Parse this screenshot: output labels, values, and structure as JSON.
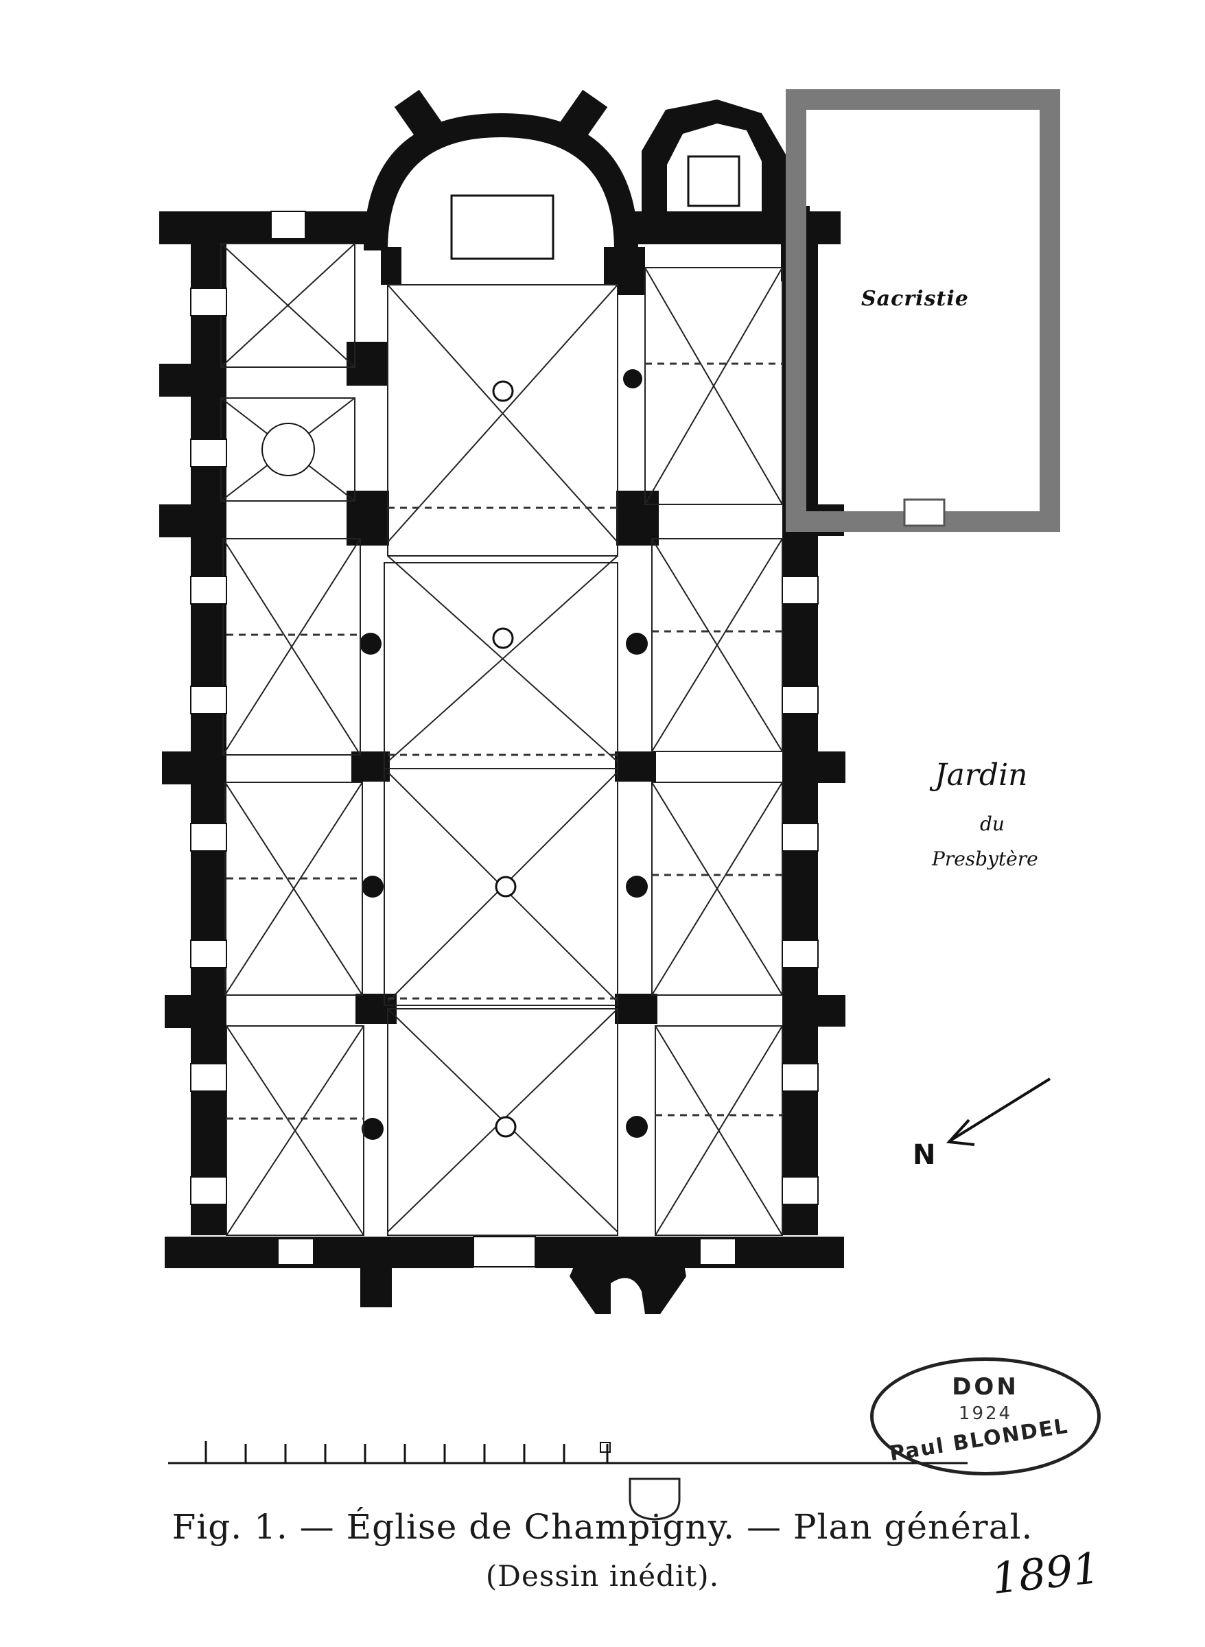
{
  "plan": {
    "sacristy_label": "Sacristie",
    "garden_label_line1": "Jardin",
    "garden_label_line2": "du",
    "garden_label_line3": "Presbytère",
    "north_label": "N",
    "north_arrow_icon": "north-arrow-icon",
    "scale_bar_icon": "scale-bar-icon"
  },
  "stamp": {
    "line1": "DON",
    "line2": "1924",
    "line3": "Paul BLONDEL"
  },
  "caption": {
    "line1": "Fig. 1. — Église de Champigny. — Plan général.",
    "line2": "(Dessin inédit)."
  },
  "annotation": {
    "year": "1891"
  },
  "colors": {
    "ink": "#111111",
    "paper": "#ffffff",
    "sacristy_wall": "#7a7a7a"
  }
}
